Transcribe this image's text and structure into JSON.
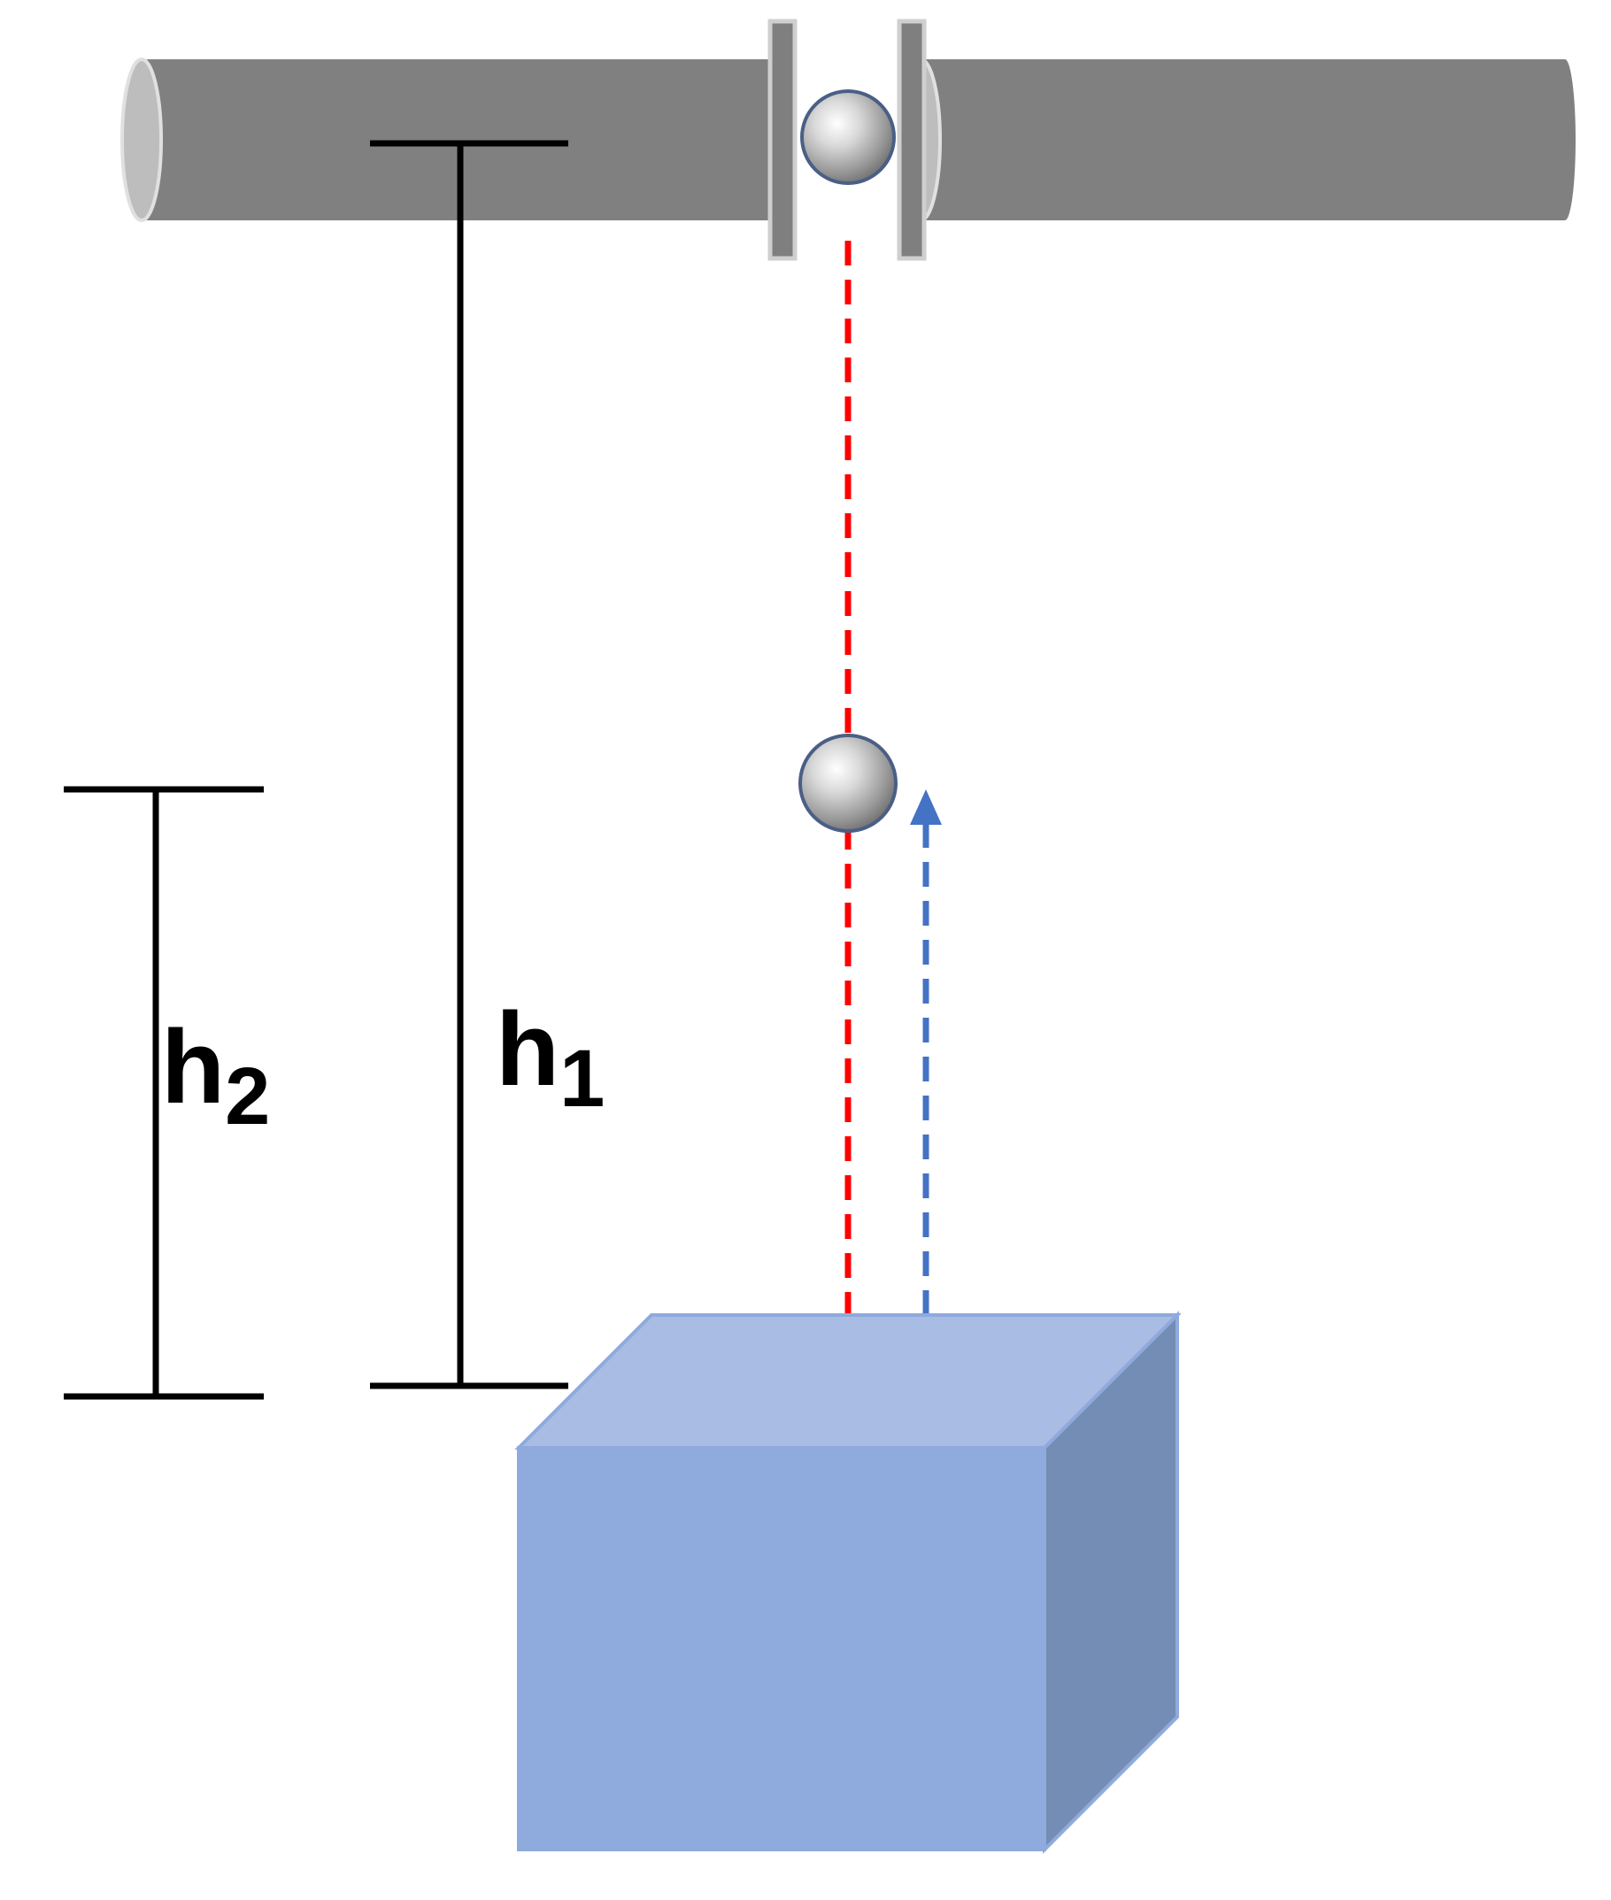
{
  "labels": {
    "h1": {
      "main": "h",
      "sub": "1"
    },
    "h2": {
      "main": "h",
      "sub": "2"
    }
  },
  "colors": {
    "tube": "#808080",
    "tube_end": "#bdbdbd",
    "clamp": "#7f7f7f",
    "dimension_line": "#000000",
    "fall_path": "#ff0000",
    "rebound_path": "#4472c4",
    "block_front": "#8faadc",
    "block_top": "#a9bce3",
    "block_side": "#748db5",
    "ball_highlight": "#ffffff",
    "ball_shadow": "#7a7a7a"
  },
  "icons": [
    "steel-ball-icon",
    "arrow-down-icon",
    "arrow-up-icon"
  ]
}
